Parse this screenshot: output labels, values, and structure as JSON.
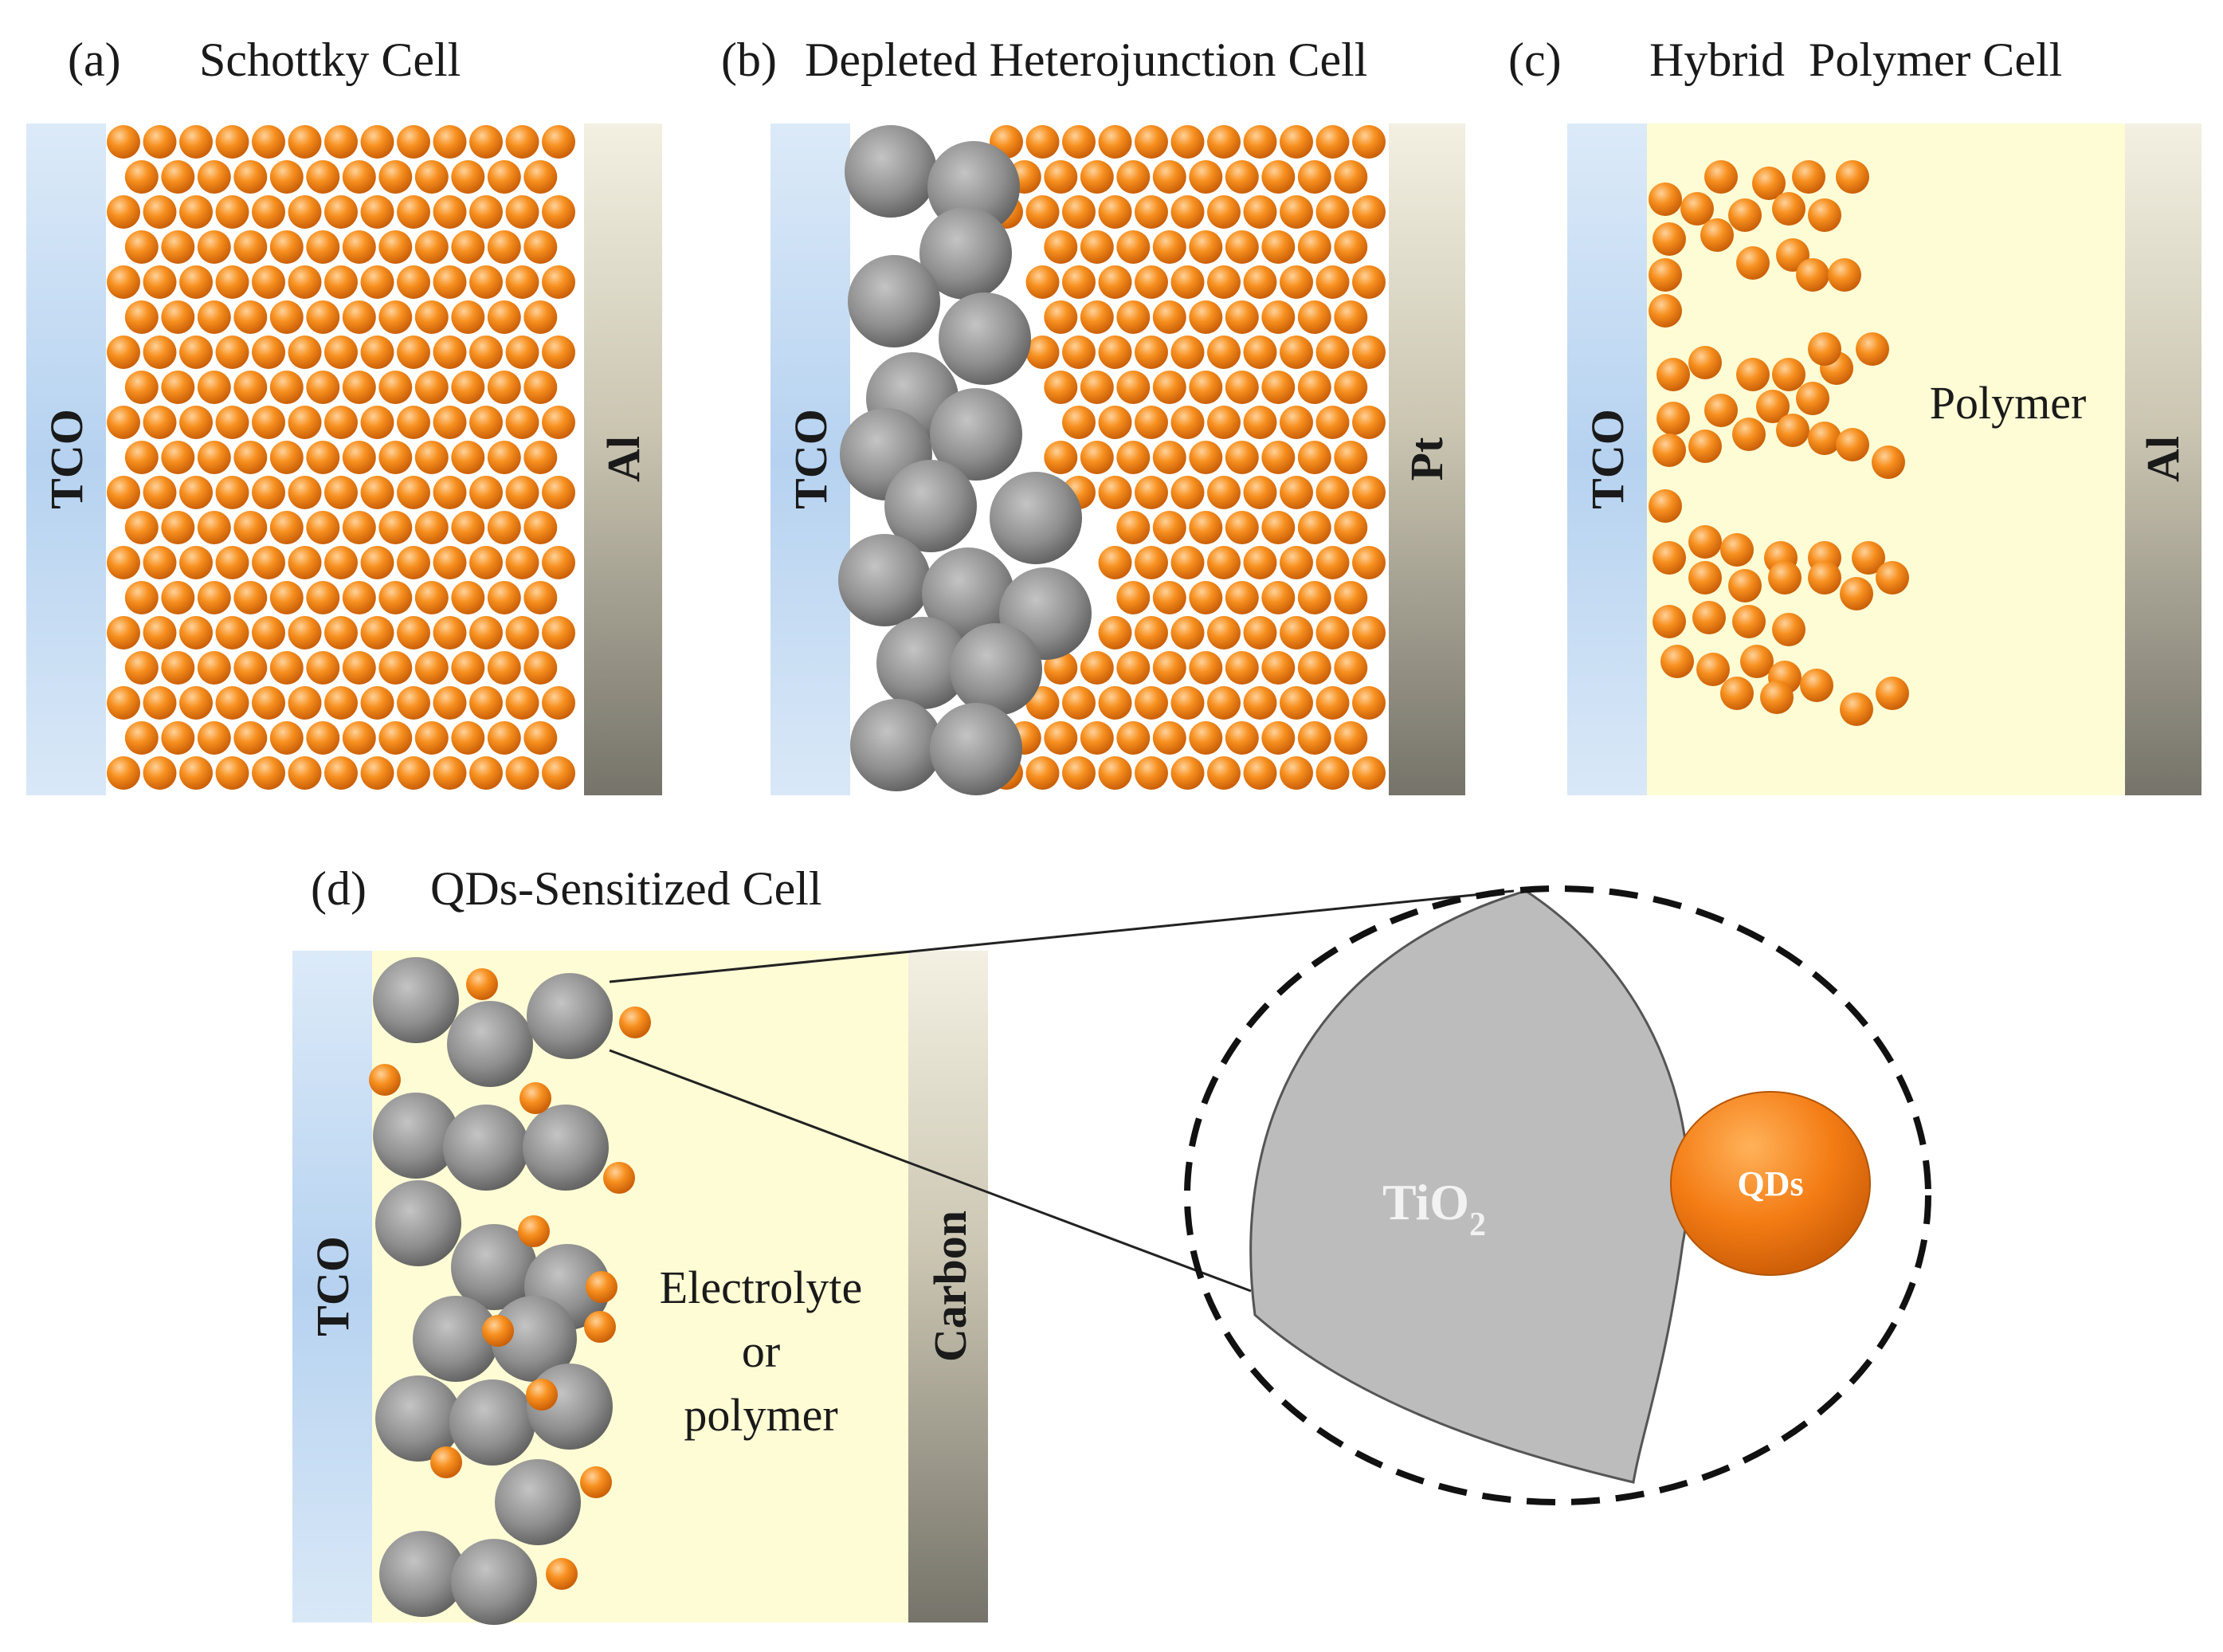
{
  "panels": {
    "a": {
      "tag": "(a)",
      "title": "Schottky Cell",
      "left": "TCO",
      "right": "Al"
    },
    "b": {
      "tag": "(b)",
      "title": "Depleted Heterojunction Cell",
      "left": "TCO",
      "right": "Pt"
    },
    "c": {
      "tag": "(c)",
      "title": "Hybrid  Polymer Cell",
      "left": "TCO",
      "right": "Al",
      "medium": "Polymer"
    },
    "d": {
      "tag": "(d)",
      "title": "QDs-Sensitized Cell",
      "left": "TCO",
      "right": "Carbon",
      "medium_1": "Electrolyte",
      "medium_2": "or",
      "medium_3": "polymer"
    }
  },
  "zoom": {
    "large_particle": "TiO",
    "subscript": "2",
    "small_particle": "QDs"
  },
  "colors": {
    "tco": "#c7def4",
    "electrode_top": "#f2efe0",
    "electrode_bottom": "#7d7a70",
    "polymer_fill": "#fdfcd5",
    "quantum_dot": "#f47c14",
    "tio2": "#8f8f8f"
  }
}
